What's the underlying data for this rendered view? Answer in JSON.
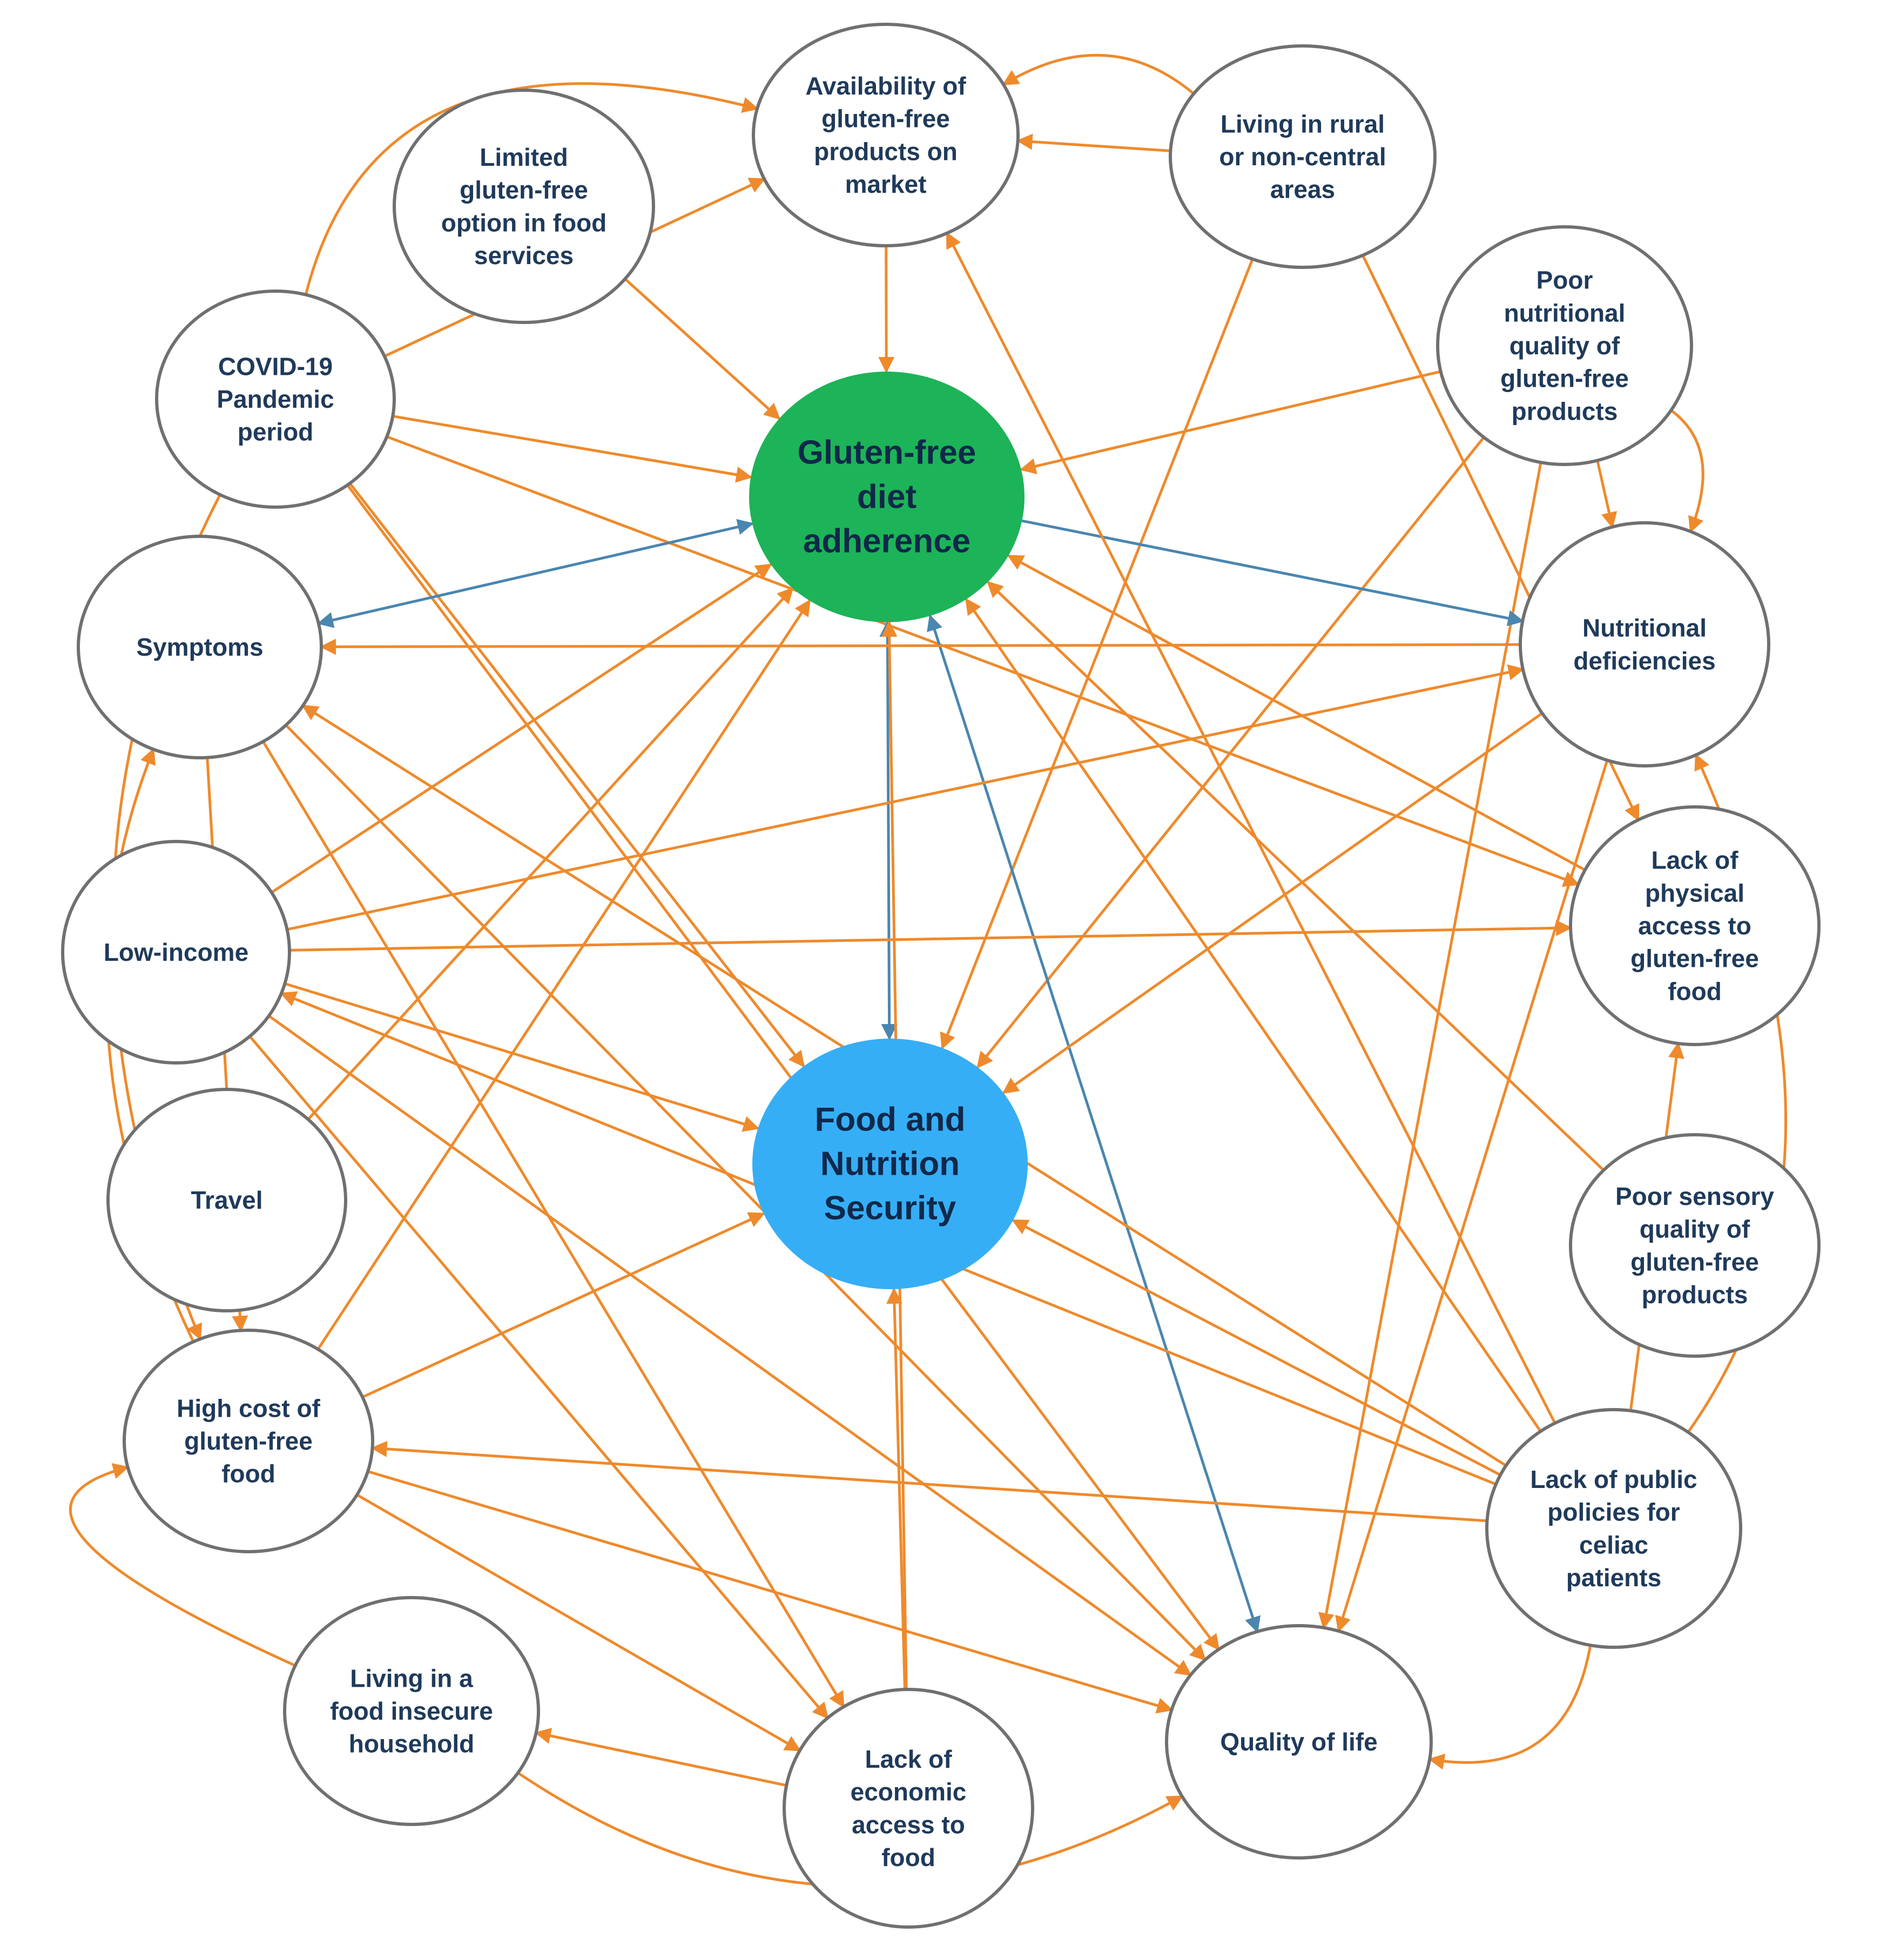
{
  "colors": {
    "edge_primary": "#ee8a2c",
    "edge_secondary": "#4a86b0",
    "node_center_top": "#1db358",
    "node_center_bottom": "#36aef5",
    "node_outline": "#707070",
    "text": "#1f3a5a"
  },
  "nodes": [
    {
      "id": "availability",
      "label": [
        "Availability of",
        "gluten-free",
        "products on",
        "market"
      ],
      "style": "outer"
    },
    {
      "id": "rural",
      "label": [
        "Living in rural",
        "or non-central",
        "areas"
      ],
      "style": "outer"
    },
    {
      "id": "limited",
      "label": [
        "Limited",
        "gluten-free",
        "option in food",
        "services"
      ],
      "style": "outer"
    },
    {
      "id": "poor_nutritional",
      "label": [
        "Poor",
        "nutritional",
        "quality of",
        "gluten-free",
        "products"
      ],
      "style": "outer"
    },
    {
      "id": "covid",
      "label": [
        "COVID-19",
        "Pandemic",
        "period"
      ],
      "style": "outer"
    },
    {
      "id": "gfd",
      "label": [
        "Gluten-free",
        "diet",
        "adherence"
      ],
      "style": "center-top"
    },
    {
      "id": "symptoms",
      "label": [
        "Symptoms"
      ],
      "style": "outer"
    },
    {
      "id": "nutritional_def",
      "label": [
        "Nutritional",
        "deficiencies"
      ],
      "style": "outer"
    },
    {
      "id": "low_income",
      "label": [
        "Low-income"
      ],
      "style": "outer"
    },
    {
      "id": "physical_access",
      "label": [
        "Lack of",
        "physical",
        "access to",
        "gluten-free",
        "food"
      ],
      "style": "outer"
    },
    {
      "id": "travel",
      "label": [
        "Travel"
      ],
      "style": "outer"
    },
    {
      "id": "fns",
      "label": [
        "Food and",
        "Nutrition",
        "Security"
      ],
      "style": "center-bottom"
    },
    {
      "id": "sensory",
      "label": [
        "Poor sensory",
        "quality of",
        "gluten-free",
        "products"
      ],
      "style": "outer"
    },
    {
      "id": "high_cost",
      "label": [
        "High cost of",
        "gluten-free",
        "food"
      ],
      "style": "outer"
    },
    {
      "id": "public_policies",
      "label": [
        "Lack of public",
        "policies for",
        "celiac",
        "patients"
      ],
      "style": "outer"
    },
    {
      "id": "insecure_household",
      "label": [
        "Living in a",
        "food insecure",
        "household"
      ],
      "style": "outer"
    },
    {
      "id": "economic_access",
      "label": [
        "Lack of",
        "economic",
        "access to",
        "food"
      ],
      "style": "outer"
    },
    {
      "id": "qol",
      "label": [
        "Quality of life"
      ],
      "style": "outer"
    }
  ],
  "edges": [
    {
      "from": "availability",
      "to": "gfd",
      "kind": "primary"
    },
    {
      "from": "limited",
      "to": "gfd",
      "kind": "primary"
    },
    {
      "from": "covid",
      "to": "gfd",
      "kind": "primary"
    },
    {
      "from": "poor_nutritional",
      "to": "gfd",
      "kind": "primary"
    },
    {
      "from": "poor_nutritional",
      "to": "nutritional_def",
      "kind": "primary"
    },
    {
      "from": "poor_nutritional",
      "to": "fns",
      "kind": "primary"
    },
    {
      "from": "poor_nutritional",
      "to": "qol",
      "kind": "primary"
    },
    {
      "from": "rural",
      "to": "availability",
      "kind": "primary"
    },
    {
      "from": "rural",
      "to": "fns",
      "kind": "primary"
    },
    {
      "from": "rural",
      "to": "physical_access",
      "kind": "primary"
    },
    {
      "from": "covid",
      "to": "fns",
      "kind": "primary"
    },
    {
      "from": "covid",
      "to": "physical_access",
      "kind": "primary"
    },
    {
      "from": "covid",
      "to": "availability",
      "kind": "primary"
    },
    {
      "from": "covid",
      "to": "qol",
      "kind": "primary"
    },
    {
      "from": "gfd",
      "to": "symptoms",
      "kind": "secondary",
      "both": true
    },
    {
      "from": "gfd",
      "to": "nutritional_def",
      "kind": "secondary"
    },
    {
      "from": "gfd",
      "to": "fns",
      "kind": "secondary",
      "both": true
    },
    {
      "from": "gfd",
      "to": "qol",
      "kind": "secondary",
      "both": true
    },
    {
      "from": "symptoms",
      "to": "high_cost",
      "kind": "primary"
    },
    {
      "from": "symptoms",
      "to": "economic_access",
      "kind": "primary"
    },
    {
      "from": "symptoms",
      "to": "qol",
      "kind": "primary"
    },
    {
      "from": "nutritional_def",
      "to": "symptoms",
      "kind": "primary"
    },
    {
      "from": "nutritional_def",
      "to": "qol",
      "kind": "primary"
    },
    {
      "from": "nutritional_def",
      "to": "fns",
      "kind": "primary"
    },
    {
      "from": "low_income",
      "to": "gfd",
      "kind": "primary"
    },
    {
      "from": "low_income",
      "to": "fns",
      "kind": "primary"
    },
    {
      "from": "low_income",
      "to": "nutritional_def",
      "kind": "primary"
    },
    {
      "from": "low_income",
      "to": "economic_access",
      "kind": "primary"
    },
    {
      "from": "low_income",
      "to": "qol",
      "kind": "primary"
    },
    {
      "from": "low_income",
      "to": "physical_access",
      "kind": "primary"
    },
    {
      "from": "physical_access",
      "to": "gfd",
      "kind": "primary"
    },
    {
      "from": "travel",
      "to": "gfd",
      "kind": "primary"
    },
    {
      "from": "sensory",
      "to": "gfd",
      "kind": "primary"
    },
    {
      "from": "high_cost",
      "to": "gfd",
      "kind": "primary"
    },
    {
      "from": "high_cost",
      "to": "fns",
      "kind": "primary"
    },
    {
      "from": "high_cost",
      "to": "economic_access",
      "kind": "primary"
    },
    {
      "from": "high_cost",
      "to": "qol",
      "kind": "primary"
    },
    {
      "from": "public_policies",
      "to": "high_cost",
      "kind": "primary"
    },
    {
      "from": "public_policies",
      "to": "symptoms",
      "kind": "primary"
    },
    {
      "from": "public_policies",
      "to": "low_income",
      "kind": "primary"
    },
    {
      "from": "public_policies",
      "to": "gfd",
      "kind": "primary"
    },
    {
      "from": "public_policies",
      "to": "fns",
      "kind": "primary"
    },
    {
      "from": "public_policies",
      "to": "physical_access",
      "kind": "primary"
    },
    {
      "from": "public_policies",
      "to": "availability",
      "kind": "primary"
    },
    {
      "from": "economic_access",
      "to": "insecure_household",
      "kind": "primary"
    },
    {
      "from": "economic_access",
      "to": "fns",
      "kind": "primary"
    },
    {
      "from": "economic_access",
      "to": "gfd",
      "kind": "primary"
    }
  ],
  "curved_edges": [
    {
      "from": "covid",
      "to": "availability",
      "kind": "primary"
    },
    {
      "from": "rural",
      "to": "availability",
      "kind": "primary"
    },
    {
      "from": "poor_nutritional",
      "to": "nutritional_def",
      "kind": "primary"
    },
    {
      "from": "public_policies",
      "to": "nutritional_def",
      "kind": "primary"
    },
    {
      "from": "public_policies",
      "to": "qol",
      "kind": "primary"
    },
    {
      "from": "insecure_household",
      "to": "qol",
      "kind": "primary"
    },
    {
      "from": "insecure_household",
      "to": "high_cost",
      "kind": "primary"
    },
    {
      "from": "covid",
      "to": "high_cost",
      "kind": "primary"
    },
    {
      "from": "high_cost",
      "to": "symptoms",
      "kind": "primary"
    }
  ]
}
